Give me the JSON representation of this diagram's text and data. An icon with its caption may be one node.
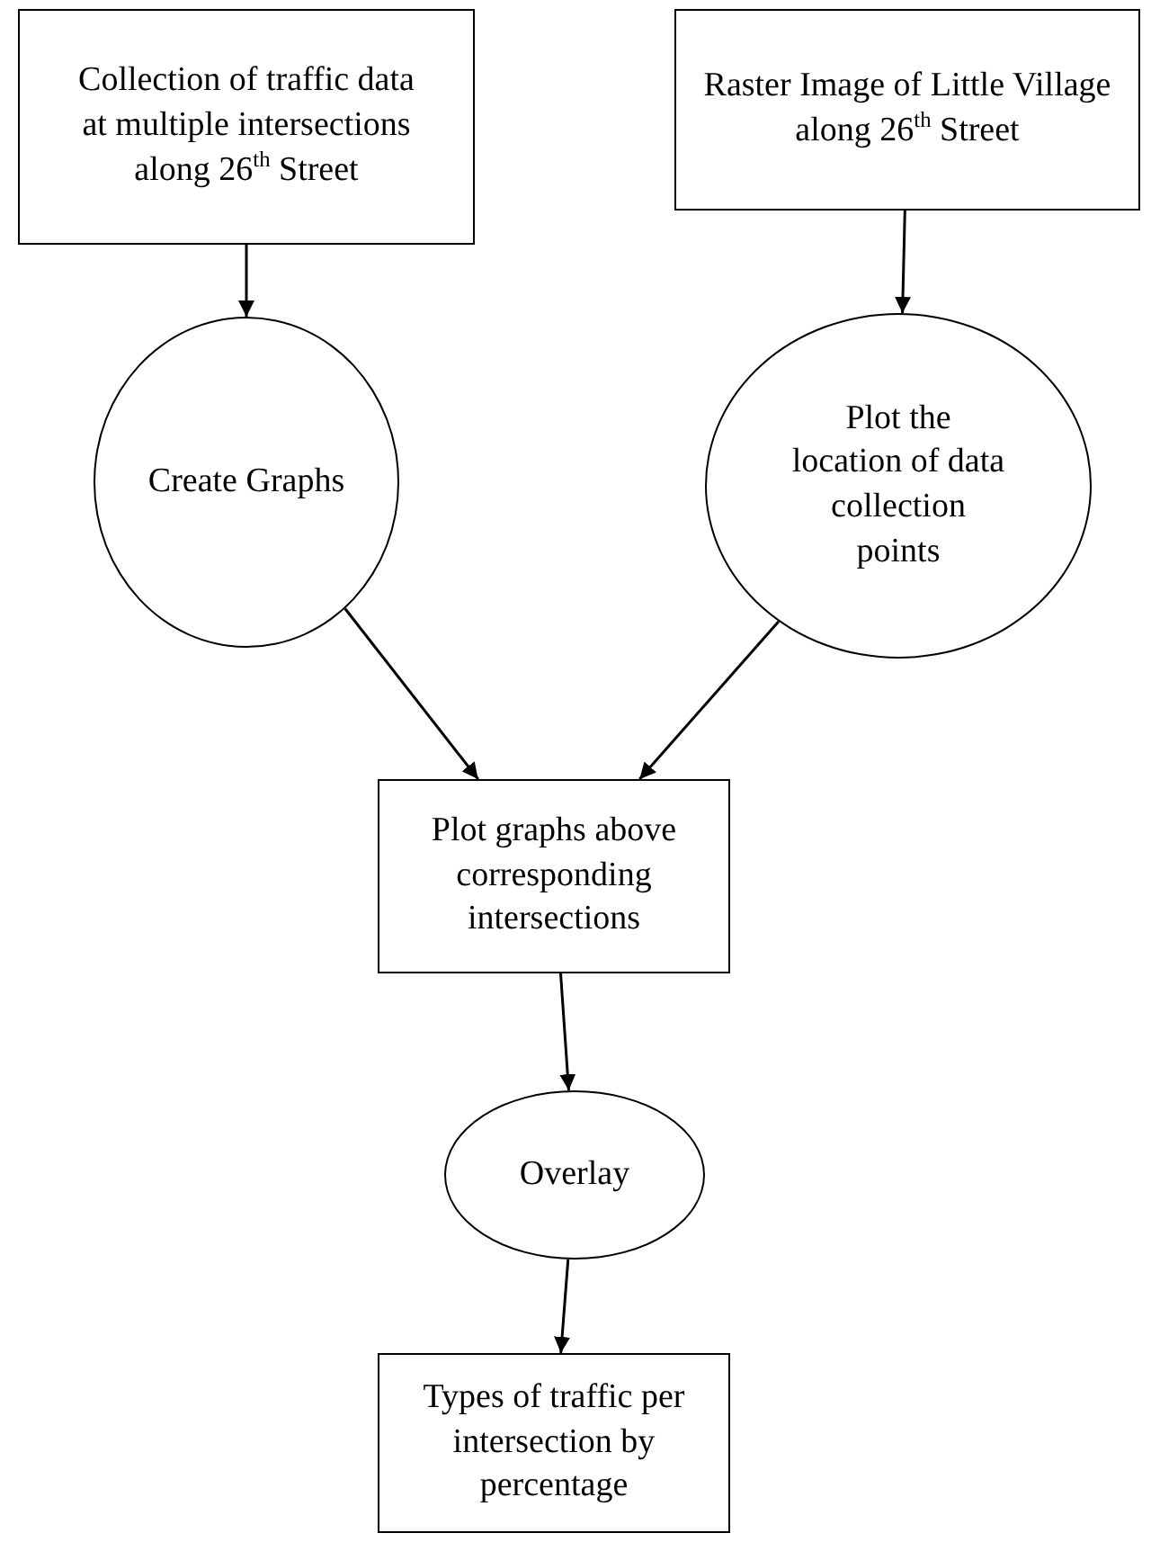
{
  "diagram": {
    "nodes": [
      {
        "text": [
          "Collection of traffic data at multiple intersections along 26$^{th}$ Street"
        ]
      },
      {
        "text": [
          "Raster Image of Little Village along 26$^{th}$ Street"
        ]
      },
      {
        "text": [
          "Create Graphs"
        ]
      },
      {
        "text": [
          "Plot the location of data collection points"
        ]
      },
      {
        "text": [
          "Plot graphs above corresponding intersections"
        ]
      },
      {
        "text": [
          "Overlay"
        ]
      },
      {
        "text": [
          "Types of traffic per intersection by percentage"
        ]
      }
    ],
    "edges": [
      {
        "from": 0,
        "to": 2,
        "arrow": "to"
      },
      {
        "from": 1,
        "to": 3,
        "arrow": "to"
      },
      {
        "from": 2,
        "to": 4,
        "arrow": "to"
      },
      {
        "from": 3,
        "to": 4,
        "arrow": "to"
      },
      {
        "from": 4,
        "to": 5,
        "arrow": "to"
      },
      {
        "from": 5,
        "to": 6,
        "arrow": "to"
      }
    ]
  }
}
